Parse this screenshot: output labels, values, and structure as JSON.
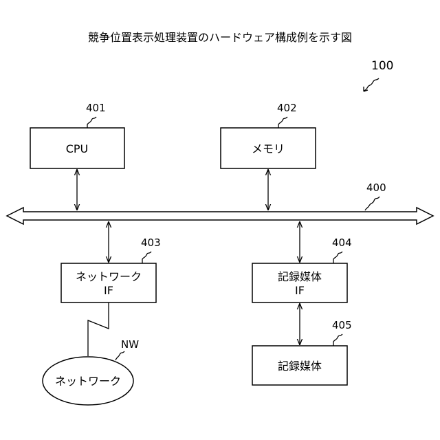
{
  "diagram": {
    "title": "競争位置表示処理装置のハードウェア構成例を示す図",
    "figure_ref": "100",
    "bus_ref": "400",
    "cpu": {
      "ref": "401",
      "label": "CPU"
    },
    "memory": {
      "ref": "402",
      "label": "メモリ"
    },
    "network_if": {
      "ref": "403",
      "line1": "ネットワーク",
      "line2": "IF"
    },
    "media_if": {
      "ref": "404",
      "line1": "記録媒体",
      "line2": "IF"
    },
    "media": {
      "ref": "405",
      "label": "記録媒体"
    },
    "network": {
      "ref": "NW",
      "label": "ネットワーク"
    }
  }
}
